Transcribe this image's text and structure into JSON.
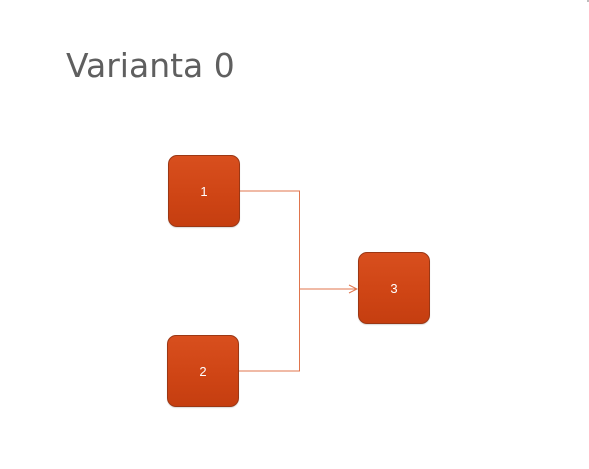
{
  "slide": {
    "title": "Varianta 0"
  },
  "diagram": {
    "nodes": [
      {
        "id": "1",
        "label": "1"
      },
      {
        "id": "2",
        "label": "2"
      },
      {
        "id": "3",
        "label": "3"
      }
    ],
    "edges": [
      {
        "from": "1",
        "to": "3"
      },
      {
        "from": "2",
        "to": "3"
      }
    ],
    "colors": {
      "node_fill": "#d04716",
      "node_border": "#9b3714",
      "node_text": "#ffffff",
      "connector": "#e0754d",
      "title_text": "#5f5f5f"
    }
  }
}
